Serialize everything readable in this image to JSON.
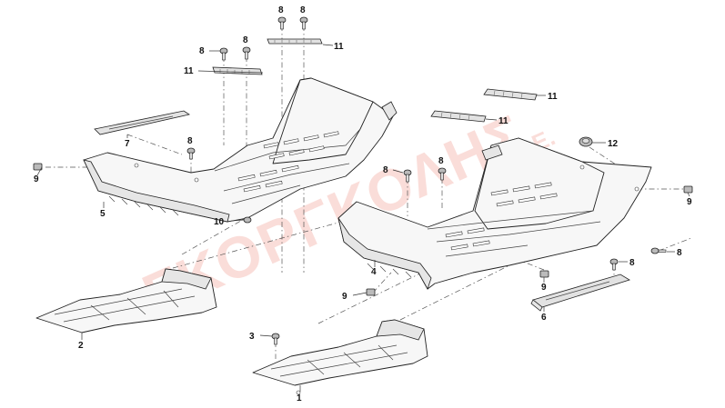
{
  "watermark": {
    "text": "ΓΚΟΡΓΚΟΛΗΣ",
    "suffix": "Α.Ε."
  },
  "callouts": {
    "c1": "1",
    "c2": "2",
    "c3": "3",
    "c4": "4",
    "c5": "5",
    "c6": "6",
    "c7": "7",
    "c8a": "8",
    "c8b": "8",
    "c8c": "8",
    "c8d": "8",
    "c8e": "8",
    "c8f": "8",
    "c8g": "8",
    "c8h": "8",
    "c8i": "8",
    "c9a": "9",
    "c9b": "9",
    "c9c": "9",
    "c9d": "9",
    "c10": "10",
    "c11a": "11",
    "c11b": "11",
    "c11c": "11",
    "c11d": "11",
    "c12": "12"
  },
  "colors": {
    "watermark": "#e2402d",
    "line": "#222222"
  }
}
